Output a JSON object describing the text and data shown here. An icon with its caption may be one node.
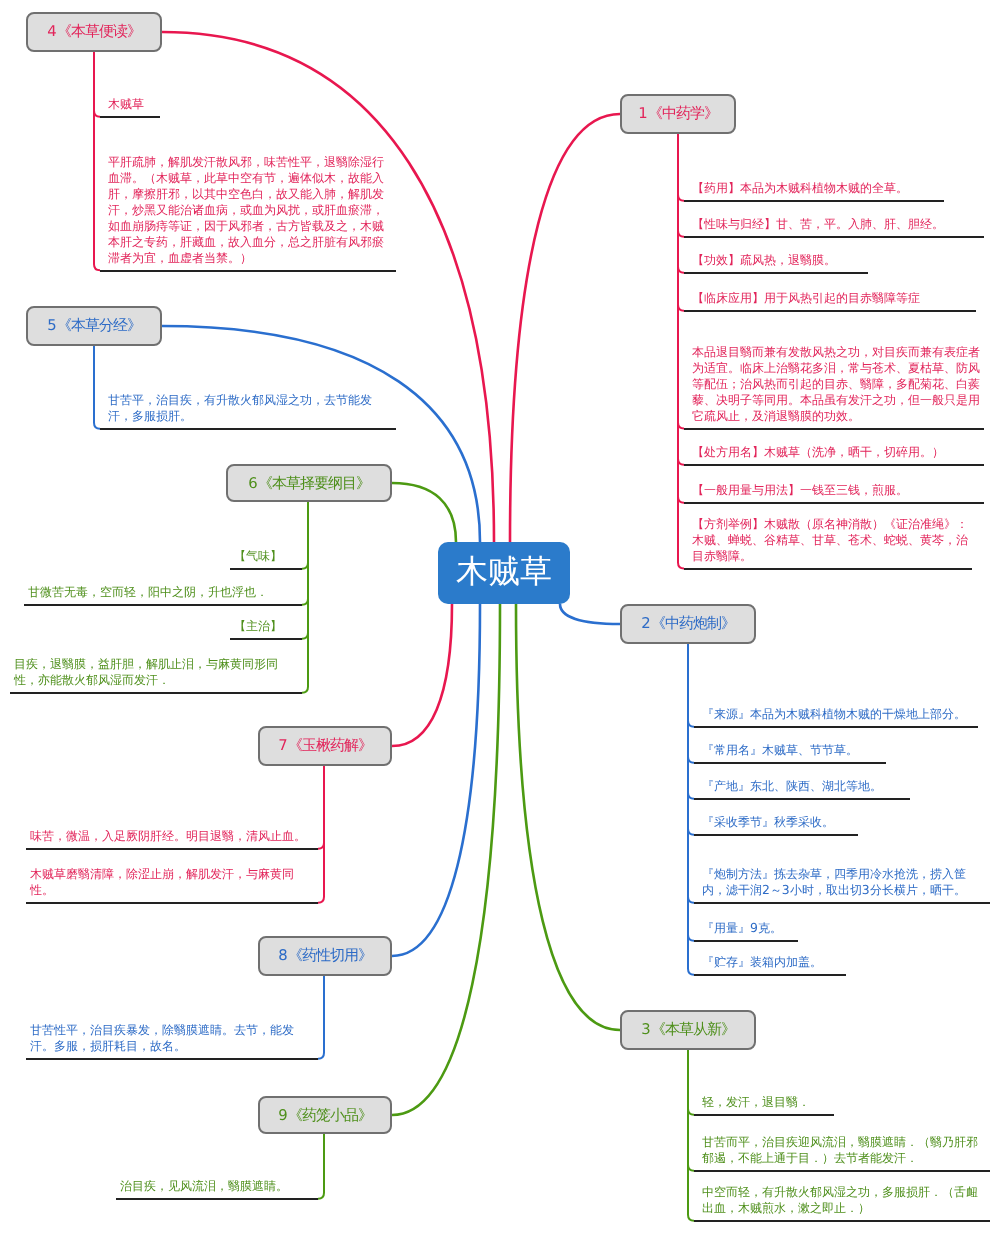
{
  "diagram": {
    "nodes": [
      {
        "text": [
          "木贼草"
        ]
      },
      {
        "text": [
          "1《中药学》"
        ]
      },
      {
        "text": [
          "【药用】本品为木贼科植物木贼的全草。"
        ]
      },
      {
        "text": [
          "【性味与归经】甘、苦，平。入肺、肝、胆经。"
        ]
      },
      {
        "text": [
          "【功效】疏风热，退翳膜。"
        ]
      },
      {
        "text": [
          "【临床应用】用于风热引起的目赤翳障等症"
        ]
      },
      {
        "text": [
          "本品退目翳而兼有发散风热之功，对目疾而兼有表症者为适宜。临床上治翳花多泪，常与苍术、夏枯草、防风等配伍；治风热而引起的目赤、翳障，多配菊花、白蒺藜、决明子等同用。本品虽有发汗之功，但一般只是用它疏风止，及消退翳膜的功效。"
        ]
      },
      {
        "text": [
          "【处方用名】木贼草（洗净，晒干，切碎用。）"
        ]
      },
      {
        "text": [
          "【一般用量与用法】一钱至三钱，煎服。"
        ]
      },
      {
        "text": [
          "【方剂举例】木贼散（原名神消散）《证治准绳》：木贼、蝉蜕、谷精草、甘草、苍术、蛇蜕、黄芩，治目赤翳障。"
        ]
      },
      {
        "text": [
          "2《中药炮制》"
        ]
      },
      {
        "text": [
          "『来源』本品为木贼科植物木贼的干燥地上部分。"
        ]
      },
      {
        "text": [
          "『常用名』木贼草、节节草。"
        ]
      },
      {
        "text": [
          "『产地』东北、陕西、湖北等地。"
        ]
      },
      {
        "text": [
          "『采收季节』秋季采收。"
        ]
      },
      {
        "text": [
          "『炮制方法』拣去杂草，四季用冷水抢洗，捞入筐内，滤干润2～3小时，取出切3分长横片，晒干。"
        ]
      },
      {
        "text": [
          "『用量』9克。"
        ]
      },
      {
        "text": [
          "『贮存』装箱内加盖。"
        ]
      },
      {
        "text": [
          "3《本草从新》"
        ]
      },
      {
        "text": [
          "轻，发汗，退目翳．"
        ]
      },
      {
        "text": [
          "甘苦而平，治目疾迎风流泪，翳膜遮睛．（翳乃肝邪郁遏，不能上通于目．）去节者能发汗．"
        ]
      },
      {
        "text": [
          "中空而轻，有升散火郁风湿之功，多服损肝．（舌衄出血，木贼煎水，漱之即止．）"
        ]
      },
      {
        "text": [
          "4《本草便读》"
        ]
      },
      {
        "text": [
          "木贼草"
        ]
      },
      {
        "text": [
          "平肝疏肺，解肌发汗散风邪，味苦性平，退翳除湿行血滞。（木贼草，此草中空有节，遍体似木，故能入肝，摩擦肝邪，以其中空色白，故又能入肺，解肌发汗，炒黑又能治诸血病，或血为风扰，或肝血瘀滞，如血崩肠痔等证，因于风邪者，古方皆载及之，木贼本肝之专药，肝藏血，故入血分，总之肝脏有风邪瘀滞者为宜，血虚者当禁。）"
        ]
      },
      {
        "text": [
          "5《本草分经》"
        ]
      },
      {
        "text": [
          "甘苦平，治目疾，有升散火郁风湿之功，去节能发汗，多服损肝。"
        ]
      },
      {
        "text": [
          "6《本草择要纲目》"
        ]
      },
      {
        "text": [
          "【气味】"
        ]
      },
      {
        "text": [
          "甘微苦无毒，空而轻，阳中之阴，升也浮也．"
        ]
      },
      {
        "text": [
          "【主治】"
        ]
      },
      {
        "text": [
          "目疾，退翳膜，益肝胆，解肌止泪，与麻黄同形同性，亦能散火郁风湿而发汗．"
        ]
      },
      {
        "text": [
          "7《玉楸药解》"
        ]
      },
      {
        "text": [
          "味苦，微温，入足厥阴肝经。明目退翳，清风止血。"
        ]
      },
      {
        "text": [
          "木贼草磨翳清障，除涩止崩，解肌发汗，与麻黄同性。"
        ]
      },
      {
        "text": [
          "8《药性切用》"
        ]
      },
      {
        "text": [
          "甘苦性平，治目疾暴发，除翳膜遮睛。去节，能发汗。多服，损肝耗目，故名。"
        ]
      },
      {
        "text": [
          "9《药笼小品》"
        ]
      },
      {
        "text": [
          "治目疾，见风流泪，翳膜遮睛。"
        ]
      }
    ],
    "edges": [
      {
        "from": 0,
        "to": 1,
        "arrow": "none"
      },
      {
        "from": 1,
        "to": 2,
        "arrow": "none"
      },
      {
        "from": 1,
        "to": 3,
        "arrow": "none"
      },
      {
        "from": 1,
        "to": 4,
        "arrow": "none"
      },
      {
        "from": 1,
        "to": 5,
        "arrow": "none"
      },
      {
        "from": 1,
        "to": 6,
        "arrow": "none"
      },
      {
        "from": 1,
        "to": 7,
        "arrow": "none"
      },
      {
        "from": 1,
        "to": 8,
        "arrow": "none"
      },
      {
        "from": 1,
        "to": 9,
        "arrow": "none"
      },
      {
        "from": 0,
        "to": 10,
        "arrow": "none",
        "color": "#2a6fcf"
      },
      {
        "from": 10,
        "to": 11,
        "arrow": "none",
        "color": "#2a6fcf"
      },
      {
        "from": 10,
        "to": 12,
        "arrow": "none",
        "color": "#2a6fcf"
      },
      {
        "from": 10,
        "to": 13,
        "arrow": "none",
        "color": "#2a6fcf"
      },
      {
        "from": 10,
        "to": 14,
        "arrow": "none",
        "color": "#2a6fcf"
      },
      {
        "from": 10,
        "to": 15,
        "arrow": "none",
        "color": "#2a6fcf"
      },
      {
        "from": 10,
        "to": 16,
        "arrow": "none",
        "color": "#2a6fcf"
      },
      {
        "from": 10,
        "to": 17,
        "arrow": "none",
        "color": "#2a6fcf"
      },
      {
        "from": 0,
        "to": 18,
        "arrow": "none",
        "color": "#4c9a12"
      },
      {
        "from": 18,
        "to": 19,
        "arrow": "none",
        "color": "#4c9a12"
      },
      {
        "from": 18,
        "to": 20,
        "arrow": "none",
        "color": "#4c9a12"
      },
      {
        "from": 18,
        "to": 21,
        "arrow": "none",
        "color": "#4c9a12"
      },
      {
        "from": 0,
        "to": 22,
        "arrow": "none"
      },
      {
        "from": 22,
        "to": 23,
        "arrow": "none"
      },
      {
        "from": 22,
        "to": 24,
        "arrow": "none"
      },
      {
        "from": 0,
        "to": 25,
        "arrow": "none",
        "color": "#2a6fcf"
      },
      {
        "from": 25,
        "to": 26,
        "arrow": "none",
        "color": "#2a6fcf"
      },
      {
        "from": 0,
        "to": 27,
        "arrow": "none",
        "color": "#4c9a12"
      },
      {
        "from": 27,
        "to": 28,
        "arrow": "none",
        "color": "#4c9a12"
      },
      {
        "from": 27,
        "to": 29,
        "arrow": "none",
        "color": "#4c9a12"
      },
      {
        "from": 27,
        "to": 30,
        "arrow": "none",
        "color": "#4c9a12"
      },
      {
        "from": 27,
        "to": 31,
        "arrow": "none",
        "color": "#4c9a12"
      },
      {
        "from": 0,
        "to": 32,
        "arrow": "none"
      },
      {
        "from": 32,
        "to": 33,
        "arrow": "none"
      },
      {
        "from": 32,
        "to": 34,
        "arrow": "none"
      },
      {
        "from": 0,
        "to": 35,
        "arrow": "none",
        "color": "#2a6fcf"
      },
      {
        "from": 35,
        "to": 36,
        "arrow": "none",
        "color": "#2a6fcf"
      },
      {
        "from": 0,
        "to": 37,
        "arrow": "none",
        "color": "#4c9a12"
      },
      {
        "from": 37,
        "to": 38,
        "arrow": "none",
        "color": "#4c9a12"
      }
    ]
  }
}
